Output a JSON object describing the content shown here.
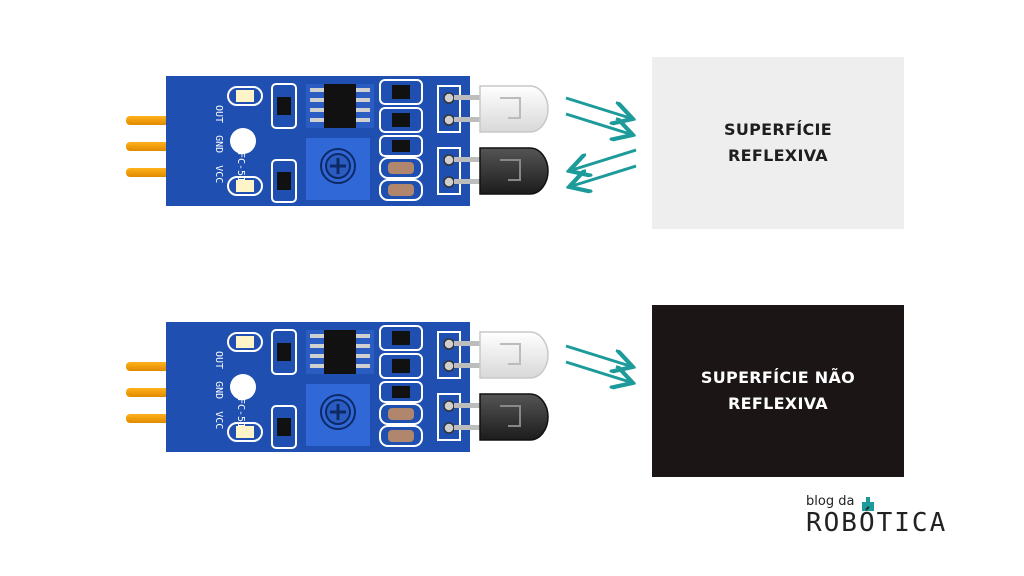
{
  "surfaces": {
    "reflective": {
      "line1": "SUPERFÍCIE",
      "line2": "REFLEXIVA",
      "color": "#eeeeee"
    },
    "non_reflective": {
      "line1": "SUPERFÍCIE NÃO",
      "line2": "REFLEXIVA",
      "color": "#1b1615"
    }
  },
  "board": {
    "pins": [
      "OUT",
      "GND",
      "VCC"
    ],
    "model": "FC-51",
    "color": "#1f4fb0"
  },
  "arrow_color": "#1d9a9a",
  "logo": {
    "small": "blog da",
    "big": "ROBÓTICA"
  }
}
